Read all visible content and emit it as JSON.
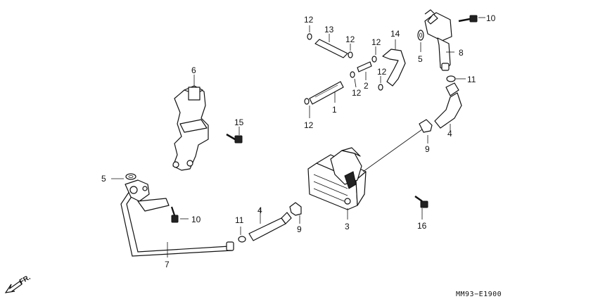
{
  "diagram": {
    "code": "MM93−E1900",
    "direction_label": "FR.",
    "callouts": {
      "c1": "1",
      "c2": "2",
      "c3": "3",
      "c4a": "4",
      "c4b": "4",
      "c5a": "5",
      "c5b": "5",
      "c6": "6",
      "c7": "7",
      "c8": "8",
      "c9a": "9",
      "c9b": "9",
      "c10a": "10",
      "c10b": "10",
      "c11a": "11",
      "c11b": "11",
      "c12a": "12",
      "c12b": "12",
      "c12c": "12",
      "c12d": "12",
      "c12e": "12",
      "c12f": "12",
      "c13": "13",
      "c14": "14",
      "c15": "15",
      "c16": "16"
    }
  }
}
